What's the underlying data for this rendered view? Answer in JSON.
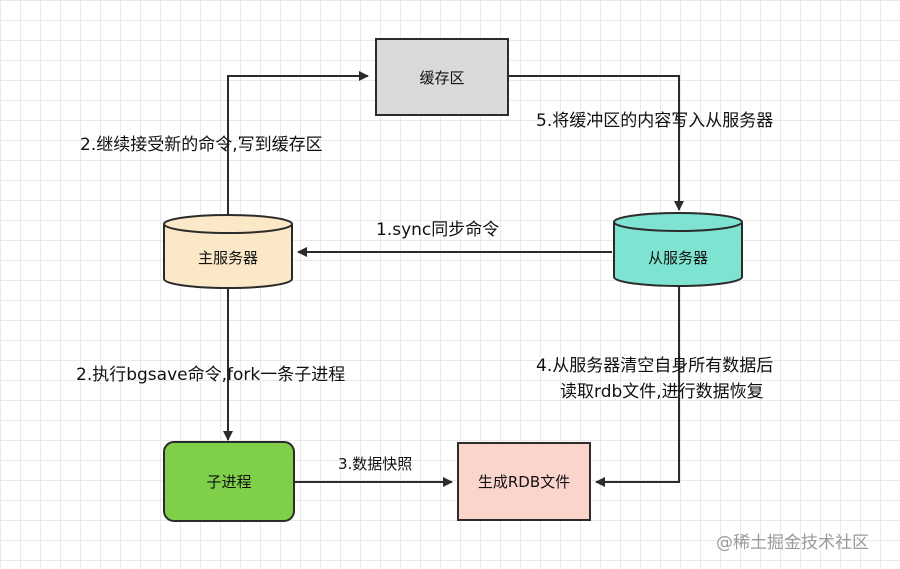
{
  "nodes": {
    "cache": {
      "label": "缓存区",
      "fill": "#dadada"
    },
    "master": {
      "label": "主服务器",
      "fill": "#fbe8c6"
    },
    "slave": {
      "label": "从服务器",
      "fill": "#7fe3d1"
    },
    "child": {
      "label": "子进程",
      "fill": "#7fcf4b"
    },
    "rdb": {
      "label": "生成RDB文件",
      "fill": "#fbd5cb"
    }
  },
  "edges": {
    "sync": "1.sync同步命令",
    "continue": "2.继续接受新的命令,写到缓存区",
    "bgsave": "2.执行bgsave命令,fork一条子进程",
    "snapshot": "3.数据快照",
    "restore_line1": "4.从服务器清空自身所有数据后",
    "restore_line2": "读取rdb文件,进行数据恢复",
    "write_cache": "5.将缓冲区的内容写入从服务器"
  },
  "watermark": "@稀土掘金技术社区",
  "colors": {
    "stroke": "#2b2b2b"
  }
}
